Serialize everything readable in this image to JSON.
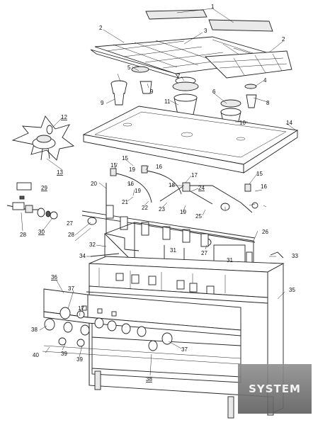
{
  "diagram": {
    "callouts": [
      "1",
      "2",
      "3",
      "2",
      "5",
      "4",
      "9",
      "7",
      "6",
      "9",
      "11",
      "8",
      "10",
      "12",
      "14",
      "13",
      "15",
      "16",
      "19",
      "17",
      "20",
      "15",
      "18",
      "24",
      "16",
      "29",
      "19",
      "21",
      "22",
      "23",
      "19",
      "15",
      "28",
      "27",
      "30",
      "25",
      "16",
      "28",
      "32",
      "26",
      "31",
      "34",
      "27",
      "33",
      "31",
      "36",
      "37",
      "35",
      "17",
      "38",
      "39",
      "39",
      "37",
      "40",
      "38"
    ],
    "underlined": [
      "12",
      "13",
      "29",
      "30",
      "24",
      "36",
      "38"
    ],
    "watermark": "SYSTEM"
  }
}
